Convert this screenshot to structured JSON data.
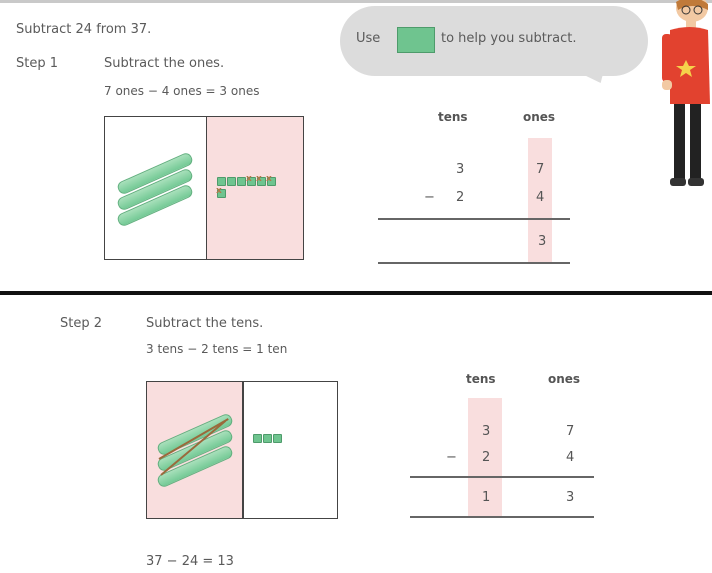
{
  "intro": "Subtract 24 from 37.",
  "bubble": {
    "before": "Use",
    "after": "to help you subtract.",
    "icon": "tens-rod-icon"
  },
  "step1": {
    "label": "Step 1",
    "title": "Subtract the ones.",
    "equation": "7 ones − 4 ones = 3 ones",
    "chart": {
      "headers": [
        "tens",
        "ones"
      ],
      "top": [
        "3",
        "7"
      ],
      "sign": "−",
      "bottom": [
        "2",
        "4"
      ],
      "result": [
        "",
        "3"
      ]
    }
  },
  "step2": {
    "label": "Step 2",
    "title": "Subtract the tens.",
    "equation": "3 tens − 2 tens = 1 ten",
    "chart": {
      "headers": [
        "tens",
        "ones"
      ],
      "top": [
        "3",
        "7"
      ],
      "sign": "−",
      "bottom": [
        "2",
        "4"
      ],
      "result": [
        "1",
        "3"
      ]
    }
  },
  "answer": "37 − 24 = 13",
  "colors": {
    "rod": "#73c995",
    "highlight": "#f9dede"
  }
}
